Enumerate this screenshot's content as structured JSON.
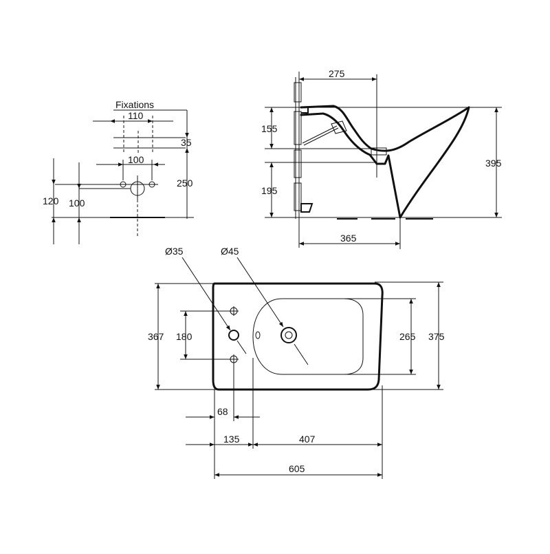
{
  "fixings_view": {
    "label": "Fixations",
    "dims": [
      "110",
      "35",
      "100",
      "250",
      "120",
      "100"
    ]
  },
  "side_view": {
    "dims": [
      "275",
      "155",
      "195",
      "395",
      "365"
    ]
  },
  "top_view": {
    "dims": [
      "Ø35",
      "Ø45",
      "367",
      "180",
      "265",
      "375",
      "68",
      "135",
      "407",
      "605"
    ]
  }
}
